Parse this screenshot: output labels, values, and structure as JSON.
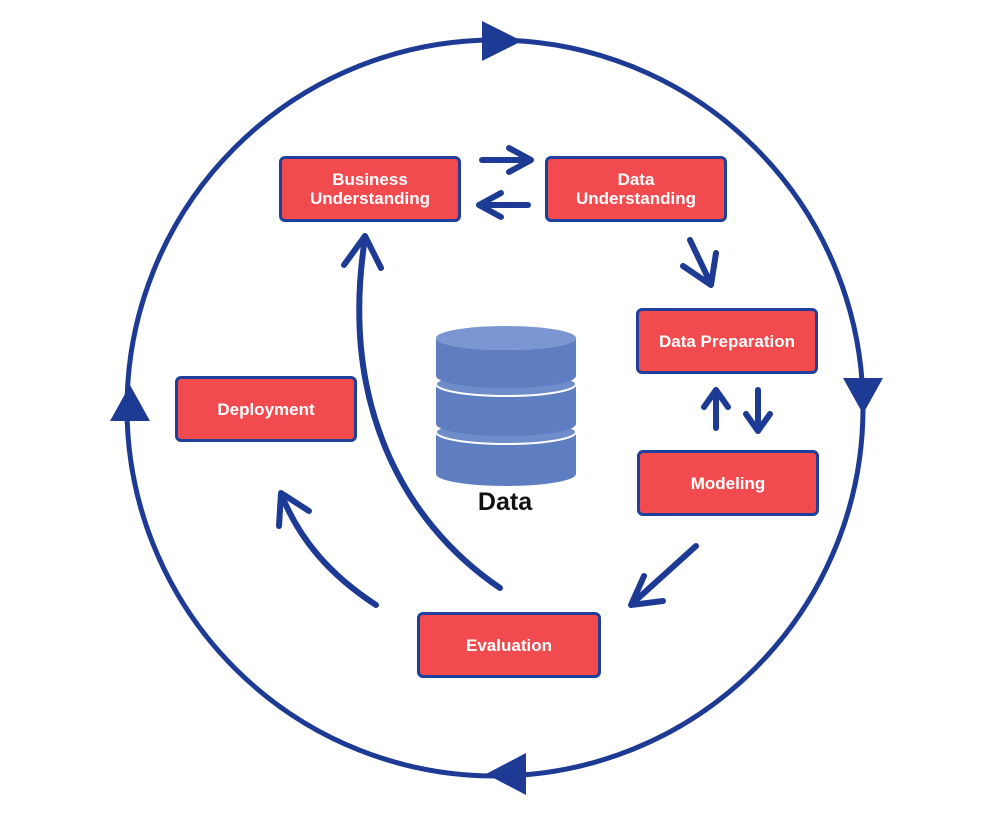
{
  "stages": {
    "business_understanding": [
      "Business",
      "Understanding"
    ],
    "data_understanding": [
      "Data",
      "Understanding"
    ],
    "data_preparation": "Data Preparation",
    "modeling": "Modeling",
    "evaluation": "Evaluation",
    "deployment": "Deployment"
  },
  "center": {
    "label": "Data"
  },
  "colors": {
    "box_fill": "#f24b4f",
    "box_border": "#1f3f9a",
    "arrow": "#1d3a94",
    "database_fill": "#5f7ec2",
    "database_top": "#6f8ccb"
  }
}
